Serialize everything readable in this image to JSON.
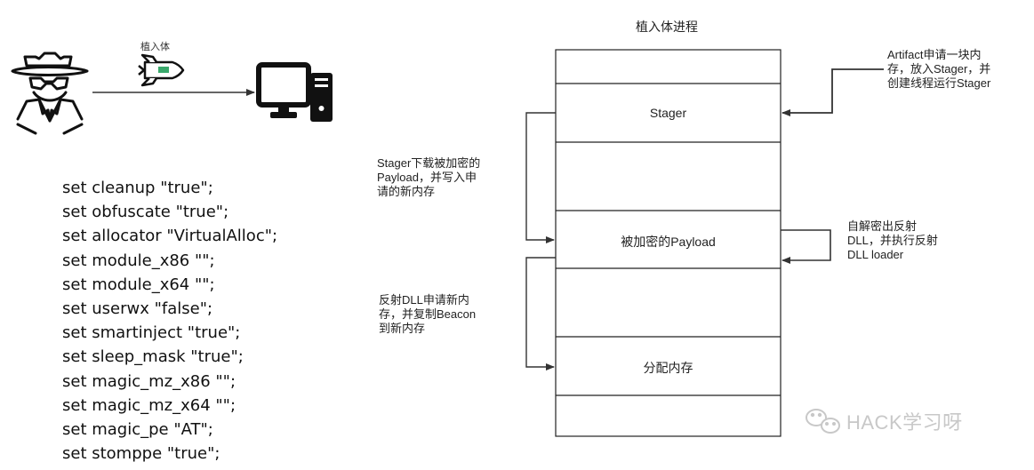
{
  "left_panel": {
    "implant_label": "植入体",
    "config_lines": [
      "set cleanup \"true\";",
      "set obfuscate \"true\";",
      "set allocator \"VirtualAlloc\";",
      "set module_x86 \"\";",
      "set module_x64 \"\";",
      "set userwx \"false\";",
      "set smartinject \"true\";",
      "set sleep_mask \"true\";",
      "set magic_mz_x86 \"\";",
      "set magic_mz_x64 \"\";",
      "set magic_pe \"AT\";",
      "set stomppe \"true\";"
    ]
  },
  "process": {
    "title": "植入体进程",
    "blocks": {
      "stager": "Stager",
      "payload": "被加密的Payload",
      "alloc": "分配内存"
    }
  },
  "notes": {
    "artifact": [
      "Artifact申请一块内",
      "存，放入Stager，并",
      "创建线程运行Stager"
    ],
    "stager_download": [
      "Stager下载被加密的",
      "Payload，并写入申",
      "请的新内存"
    ],
    "self_decrypt": [
      "自解密出反射",
      "DLL，并执行反射",
      "DLL loader"
    ],
    "reflective_dll": [
      "反射DLL申请新内",
      "存，并复制Beacon",
      "到新内存"
    ]
  },
  "watermark": "HACK学习呀",
  "icons": {
    "attacker": "hacker-spy-icon",
    "implant": "rocket-icon",
    "target": "desktop-computer-icon",
    "watermark_logo": "wechat-icon"
  }
}
